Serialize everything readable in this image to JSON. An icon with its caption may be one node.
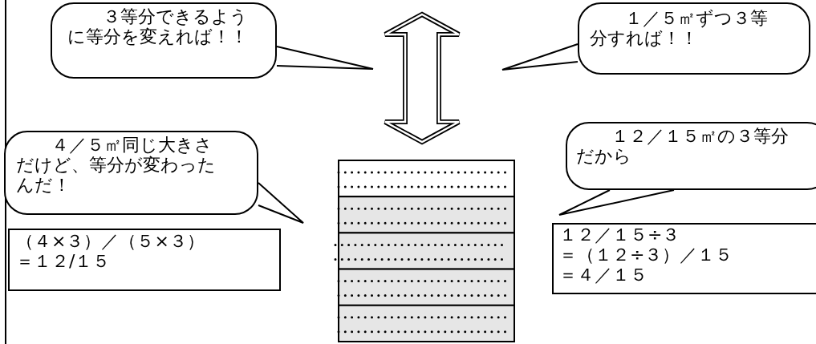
{
  "diagram": {
    "nodes": [
      {
        "text": [
          "３等分できるように等分を変えれば！！"
        ]
      },
      {
        "text": [
          "１／５㎡ずつ３等分すれば！！"
        ]
      },
      {
        "text": [
          "４／５㎡同じ大きさだけど、等分が変わったんだ！"
        ]
      },
      {
        "text": [
          "（４×３）／（５×３）",
          "＝１２/１５"
        ]
      },
      {
        "text": [
          "１２／１５㎡の３等分だから"
        ]
      },
      {
        "text": [
          "１２／１５÷３",
          "＝（１２÷３）／１５",
          "＝４／１５"
        ]
      }
    ]
  }
}
